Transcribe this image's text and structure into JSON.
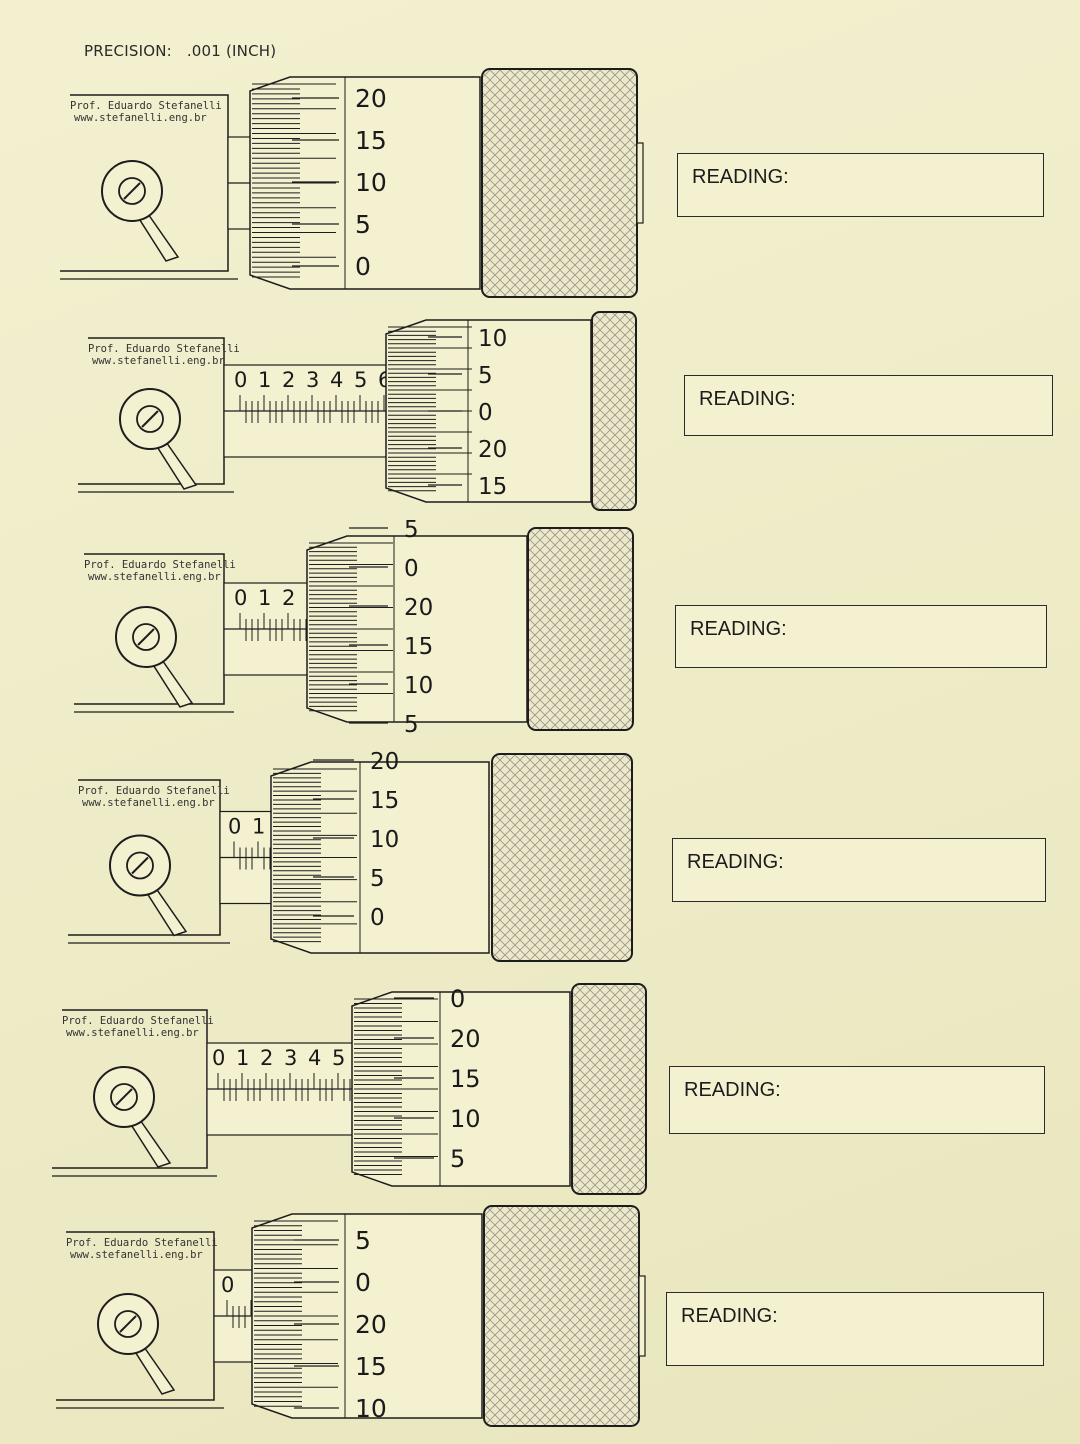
{
  "header": {
    "precision_label": "PRECISION:",
    "precision_value": ".001 (INCH)"
  },
  "credit": {
    "line1": "Prof. Eduardo Stefanelli",
    "line2": "www.stefanelli.eng.br"
  },
  "reading_label": "READING:",
  "exercises": [
    {
      "id": 1,
      "sleeve_digits": [],
      "partial_digit": "",
      "thimble_labels": [
        "20",
        "15",
        "10",
        "5",
        "0"
      ],
      "reading_label": "READING:"
    },
    {
      "id": 2,
      "sleeve_digits": [
        "0",
        "1",
        "2",
        "3",
        "4",
        "5"
      ],
      "partial_digit": "6",
      "thimble_labels": [
        "10",
        "5",
        "0",
        "20",
        "15"
      ],
      "reading_label": "READING:"
    },
    {
      "id": 3,
      "sleeve_digits": [
        "0",
        "1",
        "2"
      ],
      "partial_digit": "",
      "thimble_labels": [
        "5",
        "0",
        "20",
        "15",
        "10",
        "5"
      ],
      "reading_label": "READING:"
    },
    {
      "id": 4,
      "sleeve_digits": [
        "0",
        "1"
      ],
      "partial_digit": "",
      "thimble_labels": [
        "20",
        "15",
        "10",
        "5",
        "0"
      ],
      "reading_label": "READING:"
    },
    {
      "id": 5,
      "sleeve_digits": [
        "0",
        "1",
        "2",
        "3",
        "4"
      ],
      "partial_digit": "5",
      "thimble_labels": [
        "0",
        "20",
        "15",
        "10",
        "5"
      ],
      "reading_label": "READING:"
    },
    {
      "id": 6,
      "sleeve_digits": [
        "0"
      ],
      "partial_digit": "",
      "thimble_labels": [
        "5",
        "0",
        "20",
        "15",
        "10"
      ],
      "reading_label": "READING:"
    }
  ]
}
